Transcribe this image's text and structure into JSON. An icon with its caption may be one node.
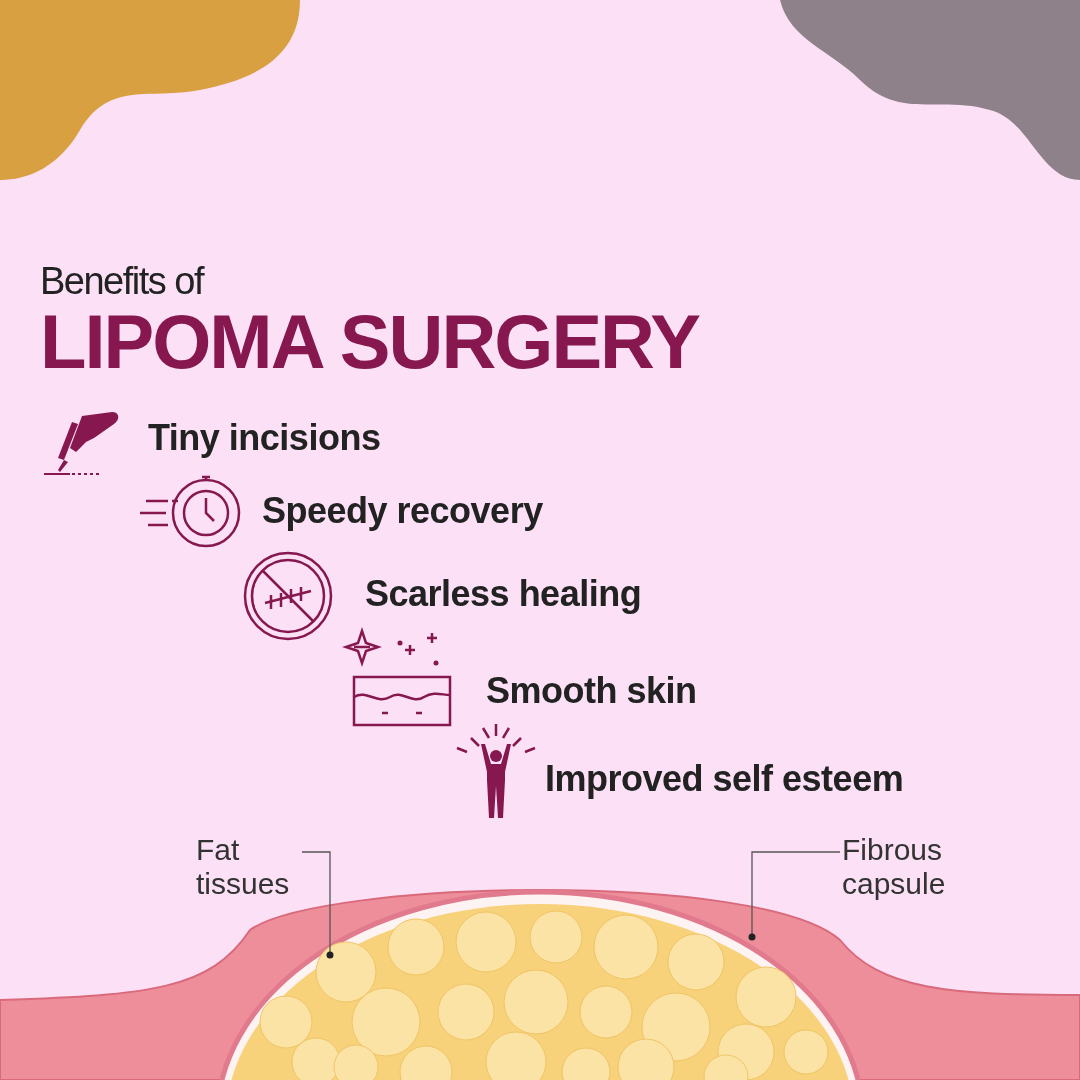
{
  "diagram": {
    "title": "Benefits of **LIPOMA SURGERY**",
    "nodes": [
      {
        "text": [
          "Fat tissues"
        ]
      },
      {
        "text": [],
        "shape": "picture"
      },
      {
        "text": [
          "Fibrous capsule"
        ]
      },
      {
        "text": [],
        "shape": "picture"
      }
    ],
    "edges": [
      {
        "from": 0,
        "to": 1,
        "arrow": "other"
      },
      {
        "from": 2,
        "to": 3,
        "arrow": "other"
      }
    ],
    "labels": [
      "Tiny incisions",
      "Speedy recovery",
      "Scarless healing",
      "Smooth skin",
      "Improved self esteem"
    ]
  }
}
